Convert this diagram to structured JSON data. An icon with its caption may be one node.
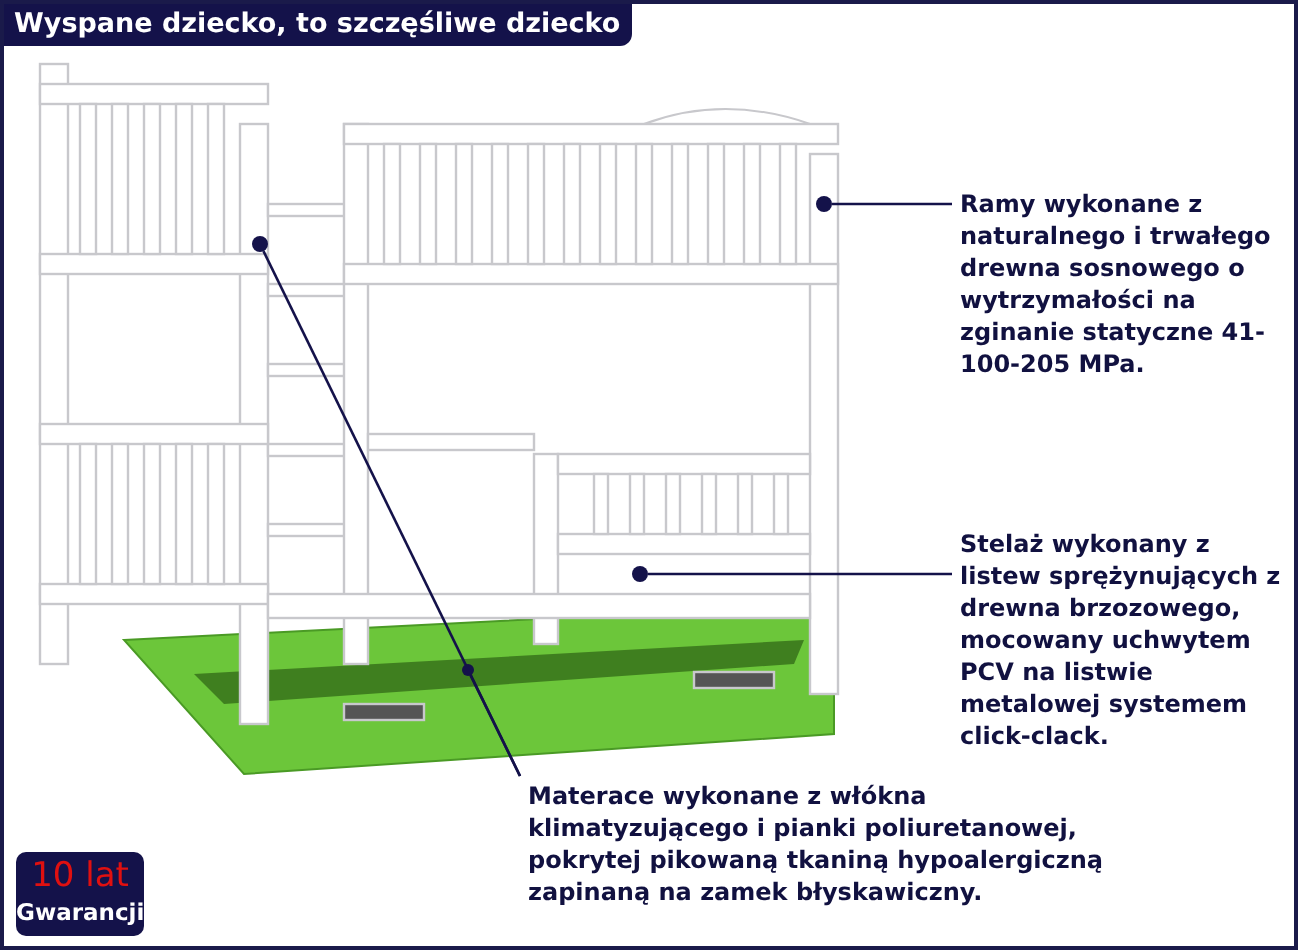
{
  "diagram": {
    "title": "Wyspane dziecko, to szczęśliwe dziecko",
    "nodes": [
      {
        "text": [
          "Ramy wykonane z naturalnego i trwałego drewna sosnowego o wytrzymałości na zginanie statyczne 41-100-205 MPa."
        ]
      },
      {
        "text": [],
        "shape": "circle"
      },
      {
        "text": [
          "Stelaż wykonany z listew sprężynujących z drewna brzozowego, mocowany uchwytem PCV na listwie metalowej systemem click-clack."
        ]
      },
      {
        "text": [],
        "shape": "circle"
      },
      {
        "text": [
          "Materace wykonane z włókna klimatyzującego i pianki poliuretanowej, pokrytej pikowaną tkaniną hypoalergiczną zapinaną na zamek błyskawiczny."
        ]
      },
      {
        "text": [],
        "shape": "circle"
      },
      {
        "text": [],
        "shape": "circle"
      }
    ],
    "edges": [
      {
        "from": 0,
        "to": 1,
        "arrow": "none"
      },
      {
        "from": 2,
        "to": 3,
        "arrow": "none"
      },
      {
        "from": 4,
        "to": 5,
        "arrow": "none"
      },
      {
        "from": 4,
        "to": 6,
        "arrow": "none"
      }
    ],
    "labels": [
      "10 lat",
      "Gwarancji"
    ]
  }
}
